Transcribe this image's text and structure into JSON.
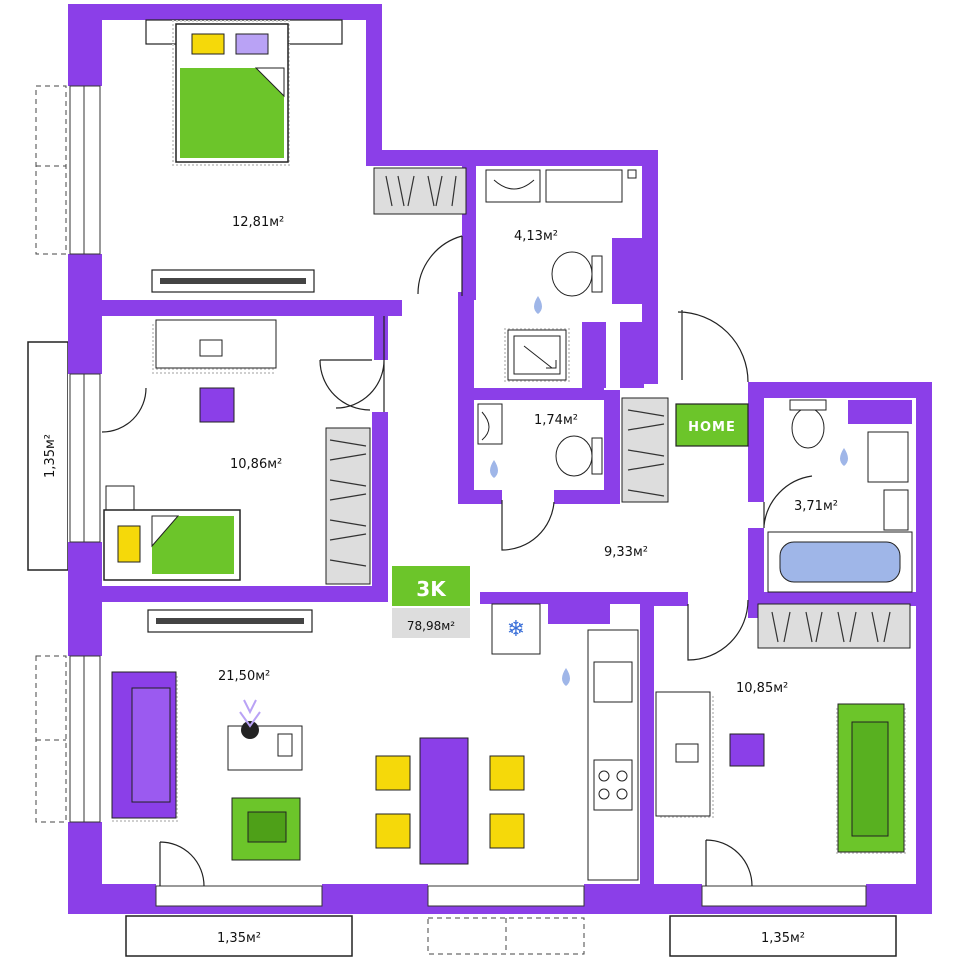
{
  "colors": {
    "wall": "#8B3FE8",
    "furniture_purple": "#8B3FE8",
    "green": "#6CC52A",
    "yellow": "#F5D90A",
    "lavender": "#B9A2F5",
    "gray": "#DDDDDD",
    "water": "#9FB6E8"
  },
  "badge": {
    "rooms": "3K",
    "total_area": "78,98м²"
  },
  "home_sign": "HOME",
  "rooms": [
    {
      "name": "bedroom-1",
      "area": "12,81м²"
    },
    {
      "name": "bedroom-2",
      "area": "10,86м²"
    },
    {
      "name": "living-kitchen",
      "area": "21,50м²"
    },
    {
      "name": "hallway",
      "area": "9,33м²"
    },
    {
      "name": "bathroom-1",
      "area": "4,13м²"
    },
    {
      "name": "wc",
      "area": "1,74м²"
    },
    {
      "name": "bathroom-2",
      "area": "3,71м²"
    },
    {
      "name": "bedroom-3",
      "area": "10,85м²"
    }
  ],
  "balconies": {
    "left": "1,35м²",
    "bottom_left": "1,35м²",
    "bottom_right": "1,35м²"
  }
}
